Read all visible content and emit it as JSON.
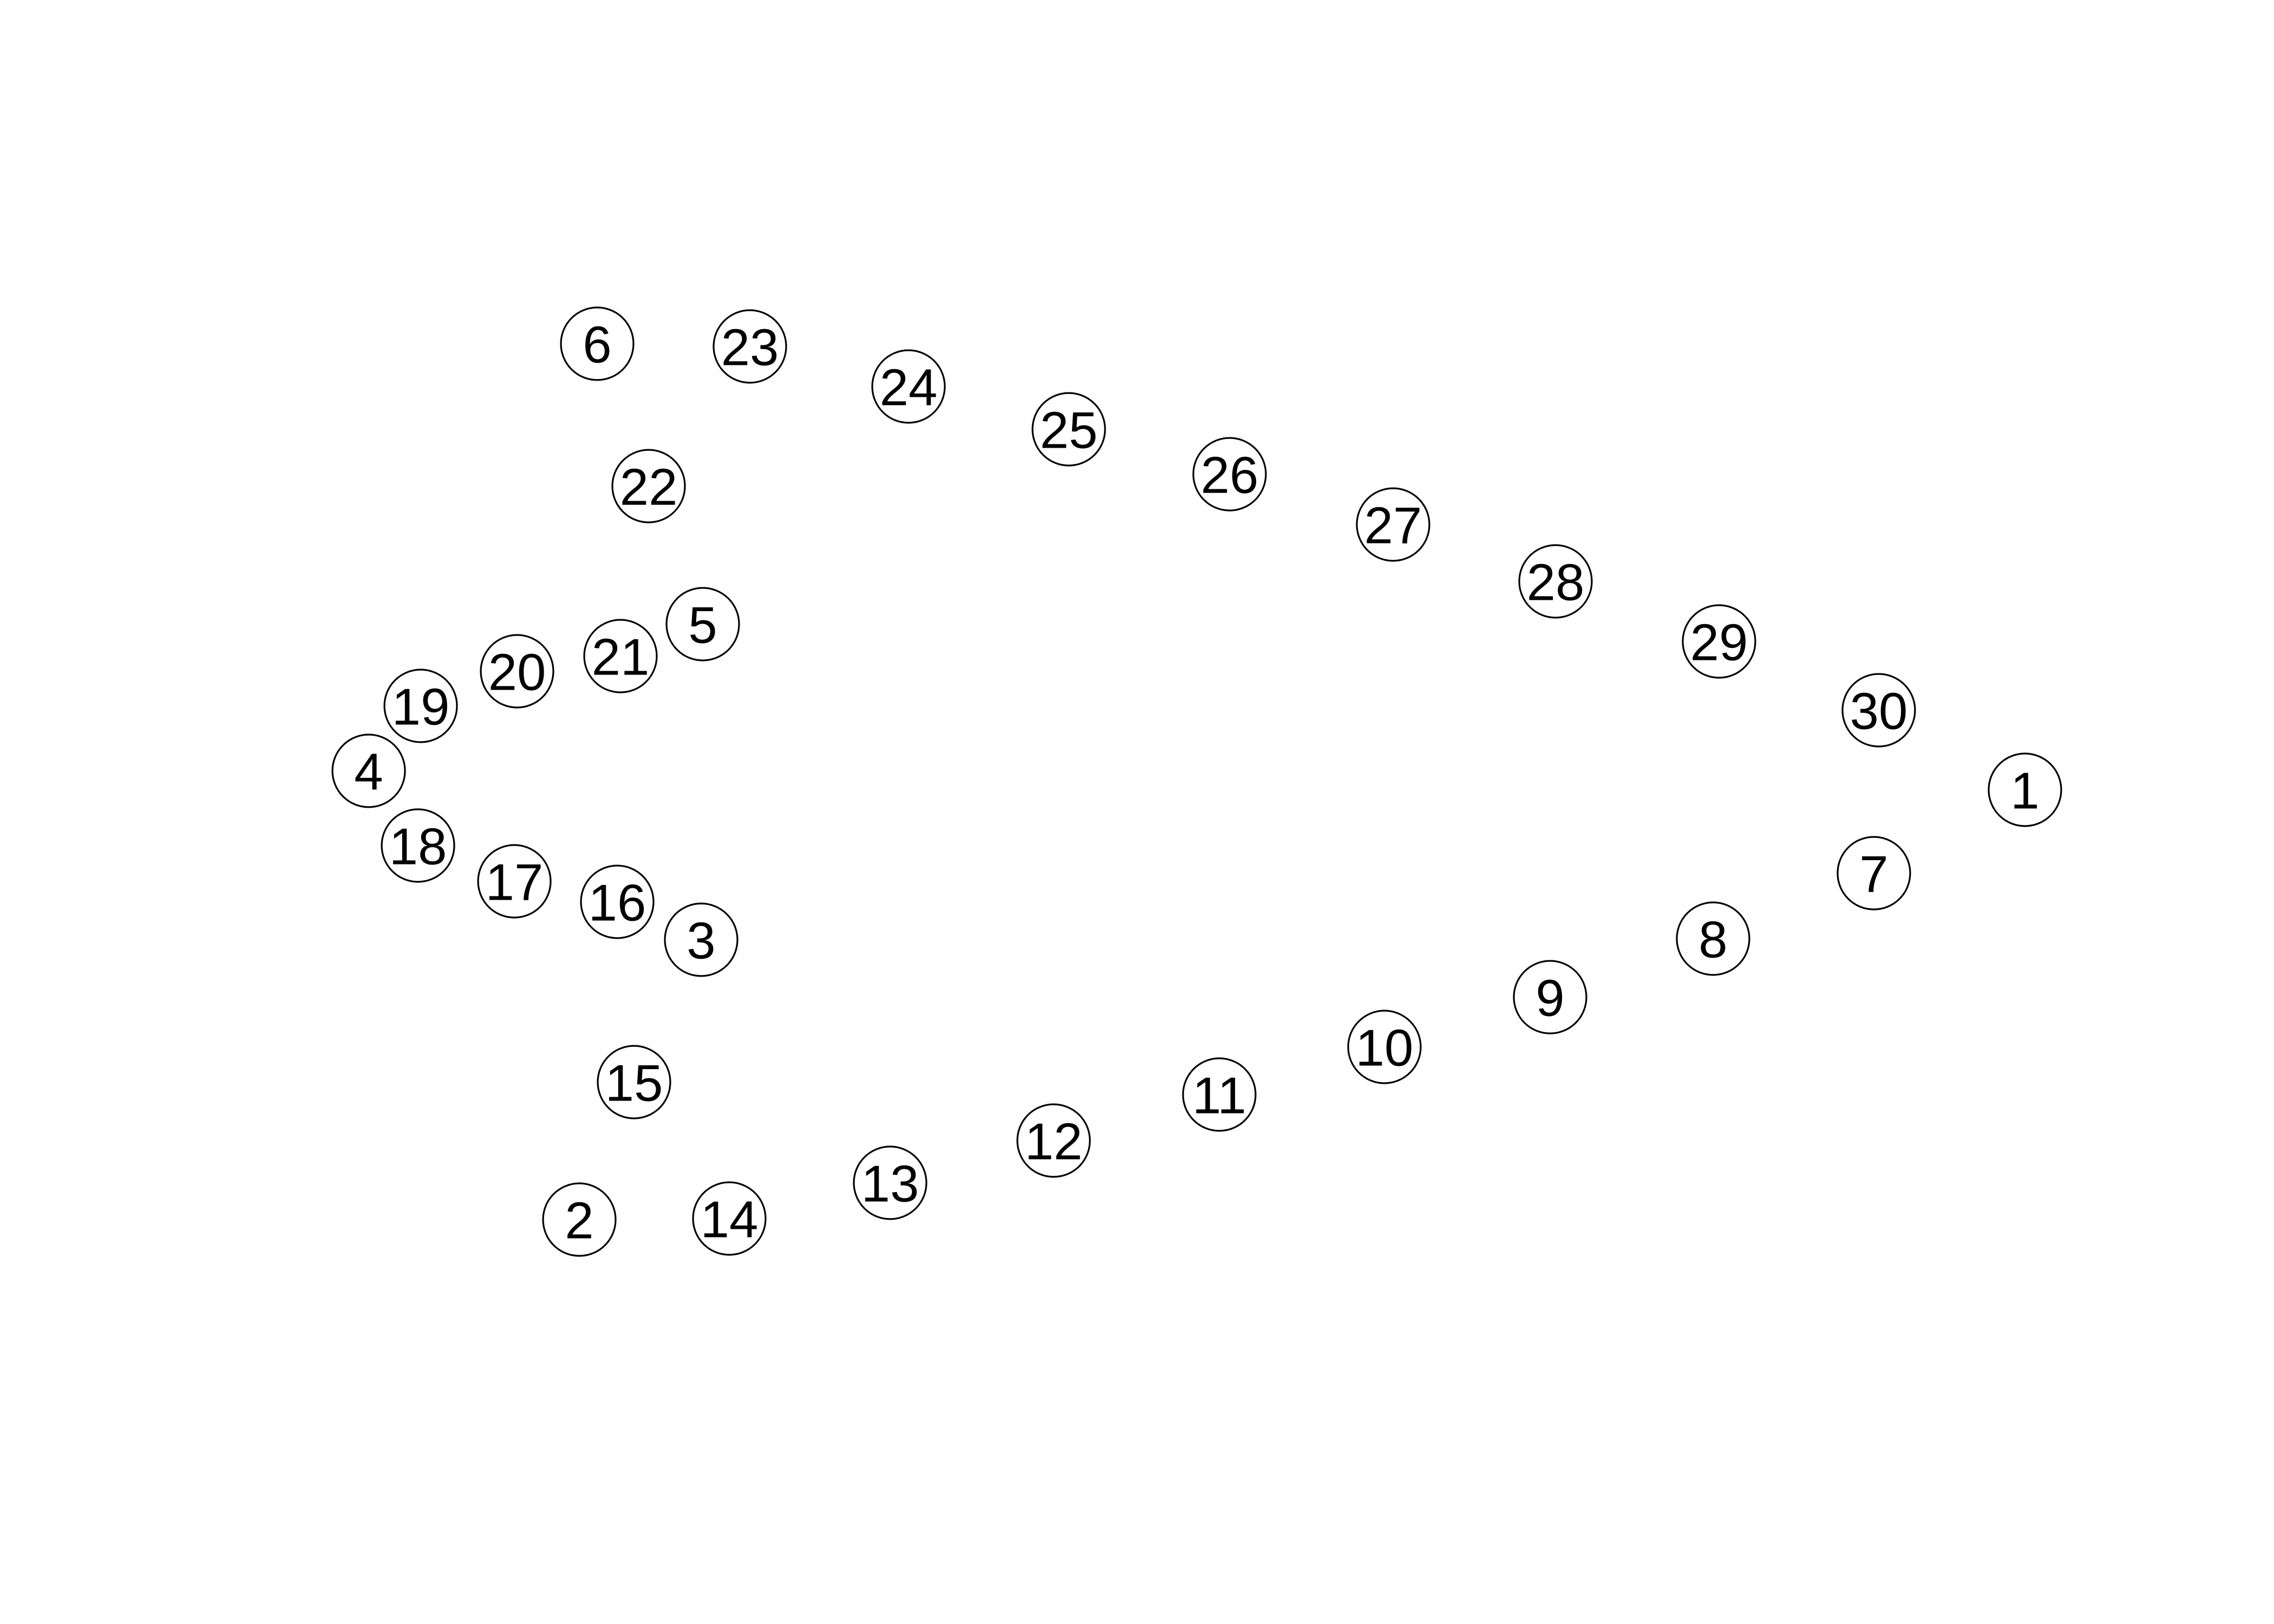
{
  "diagram": {
    "colors": {
      "background": "#ffffff",
      "stroke": "#000000",
      "text": "#000000"
    },
    "nodes": [
      {
        "id": "node-1",
        "label": "1"
      },
      {
        "id": "node-2",
        "label": "2"
      },
      {
        "id": "node-3",
        "label": "3"
      },
      {
        "id": "node-4",
        "label": "4"
      },
      {
        "id": "node-5",
        "label": "5"
      },
      {
        "id": "node-6",
        "label": "6"
      },
      {
        "id": "node-7",
        "label": "7"
      },
      {
        "id": "node-8",
        "label": "8"
      },
      {
        "id": "node-9",
        "label": "9"
      },
      {
        "id": "node-10",
        "label": "10"
      },
      {
        "id": "node-11",
        "label": "11"
      },
      {
        "id": "node-12",
        "label": "12"
      },
      {
        "id": "node-13",
        "label": "13"
      },
      {
        "id": "node-14",
        "label": "14"
      },
      {
        "id": "node-15",
        "label": "15"
      },
      {
        "id": "node-16",
        "label": "16"
      },
      {
        "id": "node-17",
        "label": "17"
      },
      {
        "id": "node-18",
        "label": "18"
      },
      {
        "id": "node-19",
        "label": "19"
      },
      {
        "id": "node-20",
        "label": "20"
      },
      {
        "id": "node-21",
        "label": "21"
      },
      {
        "id": "node-22",
        "label": "22"
      },
      {
        "id": "node-23",
        "label": "23"
      },
      {
        "id": "node-24",
        "label": "24"
      },
      {
        "id": "node-25",
        "label": "25"
      },
      {
        "id": "node-26",
        "label": "26"
      },
      {
        "id": "node-27",
        "label": "27"
      },
      {
        "id": "node-28",
        "label": "28"
      },
      {
        "id": "node-29",
        "label": "29"
      },
      {
        "id": "node-30",
        "label": "30"
      }
    ]
  }
}
